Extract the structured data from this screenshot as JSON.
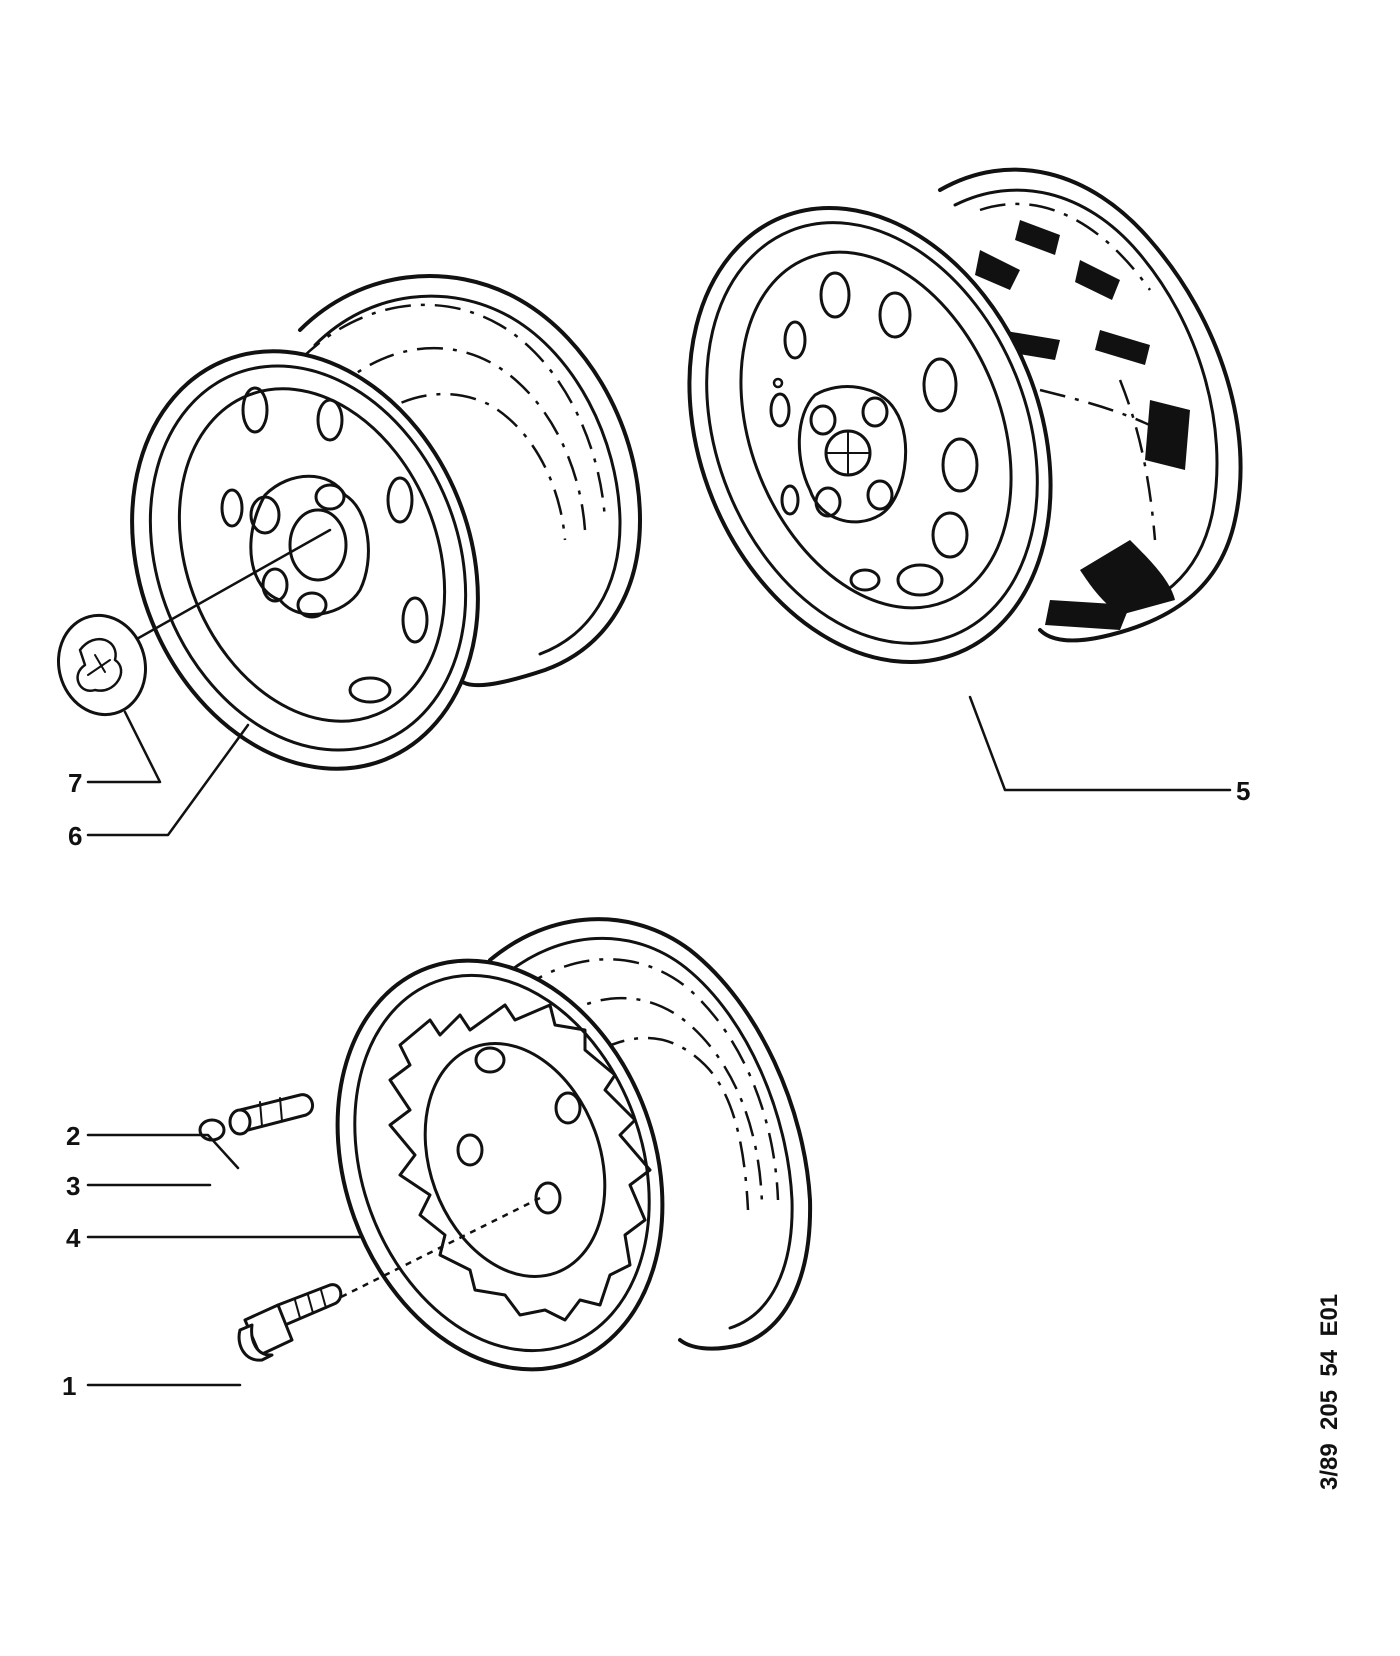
{
  "callouts": {
    "c1": "1",
    "c2": "2",
    "c3": "3",
    "c4": "4",
    "c5": "5",
    "c6": "6",
    "c7": "7"
  },
  "reference_code": "3/89  205  54  E01"
}
